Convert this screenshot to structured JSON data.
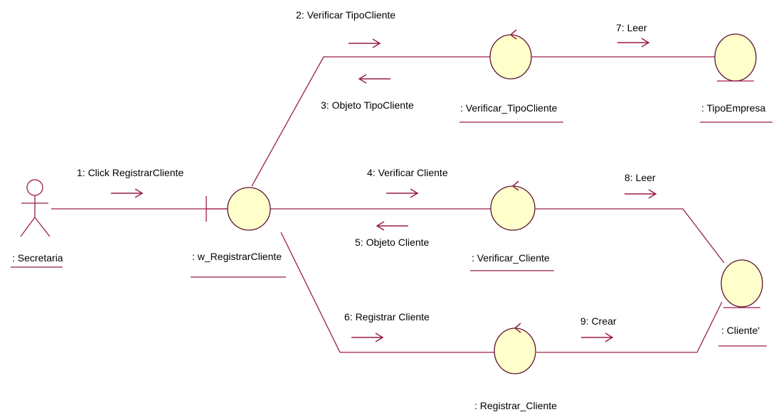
{
  "actor": {
    "label": ": Secretaria"
  },
  "objects": {
    "boundary": ": w_RegistrarCliente",
    "verificar_tipo": ": Verificar_TipoCliente",
    "tipo_empresa": ": TipoEmpresa",
    "verificar_cliente": ": Verificar_Cliente",
    "cliente": ": Cliente'",
    "registrar_cliente": ": Registrar_Cliente"
  },
  "messages": {
    "m1": "1: Click RegistrarCliente",
    "m2": "2: Verificar TipoCliente",
    "m3": "3: Objeto TipoCliente",
    "m4": "4: Verificar Cliente",
    "m5": "5: Objeto Cliente",
    "m6": "6: Registrar Cliente",
    "m7": "7: Leer",
    "m8": "8: Leer",
    "m9": "9: Crear"
  },
  "colors": {
    "line": "#9a1c4a",
    "object_fill": "#ffffcb"
  }
}
